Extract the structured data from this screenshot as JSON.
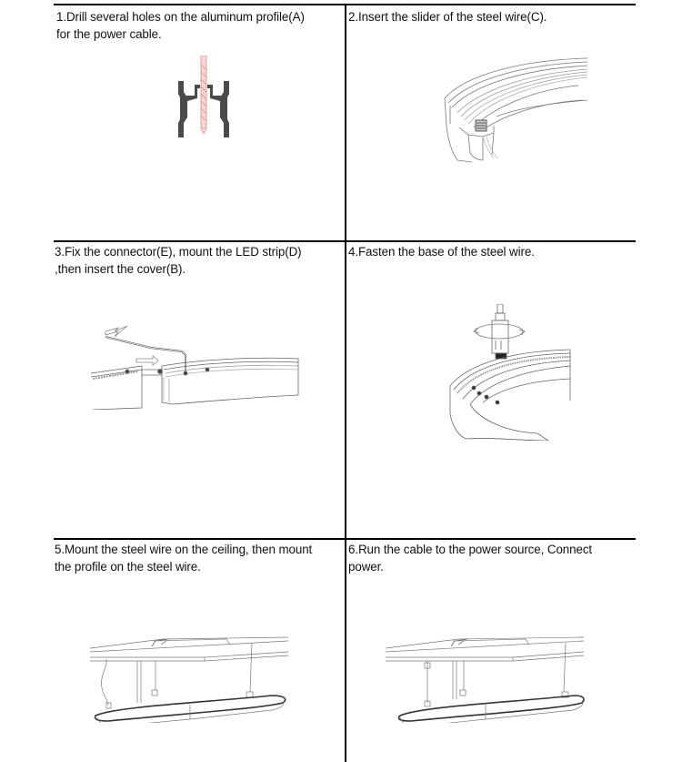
{
  "document": {
    "steps": [
      {
        "number": 1,
        "text": "1.Drill several holes on the aluminum profile(A) for the power cable.",
        "line1": "1.Drill several holes on the aluminum profile(A)",
        "line2": "for the power cable.",
        "illustration": "aluminum-profile-drill"
      },
      {
        "number": 2,
        "text": "2.Insert the slider of the steel wire(C).",
        "line1": "2.Insert the slider of the steel wire(C).",
        "line2": "",
        "illustration": "curved-profile-slider"
      },
      {
        "number": 3,
        "text": "3.Fix the connector(E), mount the  LED strip(D) ,then insert the cover(B).",
        "line1": "3.Fix the connector(E), mount the  LED strip(D)",
        "line2": ",then insert the cover(B).",
        "illustration": "connector-hex-key"
      },
      {
        "number": 4,
        "text": "4.Fasten the base of the steel wire.",
        "line1": "4.Fasten the base of the steel wire.",
        "line2": "",
        "illustration": "steel-wire-base-rotate"
      },
      {
        "number": 5,
        "text": "5.Mount the steel wire on the ceiling, then mount the profile on the steel wire.",
        "line1": "5.Mount the steel wire on the ceiling, then mount",
        "line2": "the profile on the steel wire.",
        "illustration": "ceiling-suspended-ring"
      },
      {
        "number": 6,
        "text": "6.Run the cable to the power source, Connect power.",
        "line1": "6.Run the cable to the power source, Connect",
        "line2": "power.",
        "illustration": "ceiling-suspended-ring-powered"
      }
    ]
  },
  "colors": {
    "border": "#000000",
    "line_art": "#555555",
    "drill_bit": "#e8a0a0",
    "profile_fill": "#4a4a4a"
  }
}
